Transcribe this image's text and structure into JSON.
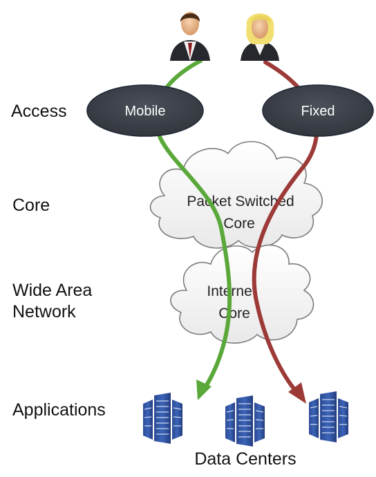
{
  "layers": {
    "access": "Access",
    "core": "Core",
    "wan": "Wide Area\nNetwork",
    "applications": "Applications"
  },
  "access_networks": {
    "mobile": "Mobile",
    "fixed": "Fixed"
  },
  "clouds": {
    "packet_core_line1": "Packet Switched",
    "packet_core_line2": "Core",
    "internet_core_line1": "Internet",
    "internet_core_line2": "Core"
  },
  "data_centers_label": "Data Centers",
  "users": [
    {
      "icon": "businessman-icon"
    },
    {
      "icon": "businesswoman-icon"
    }
  ],
  "colors": {
    "mobile_path": "#5aa83a",
    "fixed_path": "#9c3a37",
    "access_node": "#3f434c",
    "server": "#2e4f9a"
  }
}
